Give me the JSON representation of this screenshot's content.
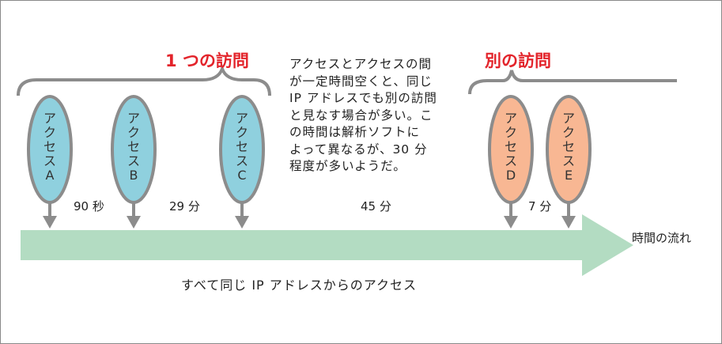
{
  "groups": [
    {
      "label": "1 つの訪問",
      "color": "#e3242b"
    },
    {
      "label": "別の訪問",
      "color": "#e3242b"
    }
  ],
  "accesses": [
    {
      "label": "アクセスA",
      "fill": "#8fd0de"
    },
    {
      "label": "アクセスB",
      "fill": "#8fd0de"
    },
    {
      "label": "アクセスC",
      "fill": "#8fd0de"
    },
    {
      "label": "アクセスD",
      "fill": "#f8b793"
    },
    {
      "label": "アクセスE",
      "fill": "#f8b793"
    }
  ],
  "intervals": [
    "90 秒",
    "29 分",
    "45 分",
    "7 分"
  ],
  "explanation": [
    "アクセスとアクセスの間",
    "が一定時間空くと、同じ",
    "IP アドレスでも別の訪問",
    "と見なす場合が多い。こ",
    "の時間は解析ソフトに",
    "よって異なるが、30 分",
    "程度が多いようだ。"
  ],
  "timeline_label": "時間の流れ",
  "caption": "すべて同じ IP アドレスからのアクセス",
  "colors": {
    "arrow": "#b3dcc2",
    "stroke": "#8c8c8c"
  }
}
